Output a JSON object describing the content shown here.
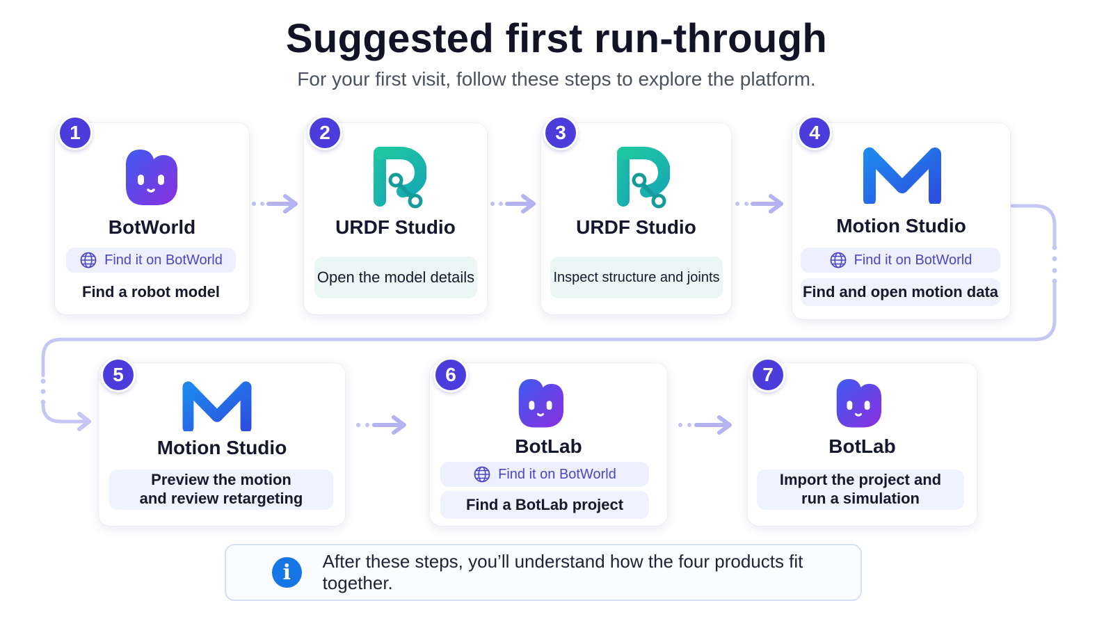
{
  "header": {
    "title": "Suggested first run-through",
    "subtitle": "For your first visit, follow these steps to explore the platform."
  },
  "find_label": "Find it on BotWorld",
  "steps": [
    {
      "number": "1",
      "product": "BotWorld",
      "logo": "botworld-icon",
      "find_link": true,
      "action": "Find a robot model"
    },
    {
      "number": "2",
      "product": "URDF Studio",
      "logo": "urdf-studio-icon",
      "find_link": false,
      "action": "Open the model details"
    },
    {
      "number": "3",
      "product": "URDF Studio",
      "logo": "urdf-studio-icon",
      "find_link": false,
      "action": "Inspect structure and joints"
    },
    {
      "number": "4",
      "product": "Motion Studio",
      "logo": "motion-studio-icon",
      "find_link": true,
      "action": "Find and open motion data"
    },
    {
      "number": "5",
      "product": "Motion Studio",
      "logo": "motion-studio-icon",
      "find_link": false,
      "action": "Preview the motion and review retargeting"
    },
    {
      "number": "6",
      "product": "BotLab",
      "logo": "botlab-icon",
      "find_link": true,
      "action": "Find a BotLab project"
    },
    {
      "number": "7",
      "product": "BotLab",
      "logo": "botlab-icon",
      "find_link": false,
      "action": "Import the project and run a simulation"
    }
  ],
  "footer": {
    "icon": "info-icon",
    "text": "After these steps, you’ll understand how the four products fit together."
  },
  "colors": {
    "badge": "#4a3ddb",
    "connector": "#b9b9f2",
    "botworld_gradient": [
      "#3f5bf0",
      "#8a2fe0"
    ],
    "urdf_gradient": [
      "#1fc7a0",
      "#17a9b2"
    ],
    "motion_gradient": [
      "#1e6fe8",
      "#2f57e0"
    ],
    "info": "#1776e6"
  }
}
